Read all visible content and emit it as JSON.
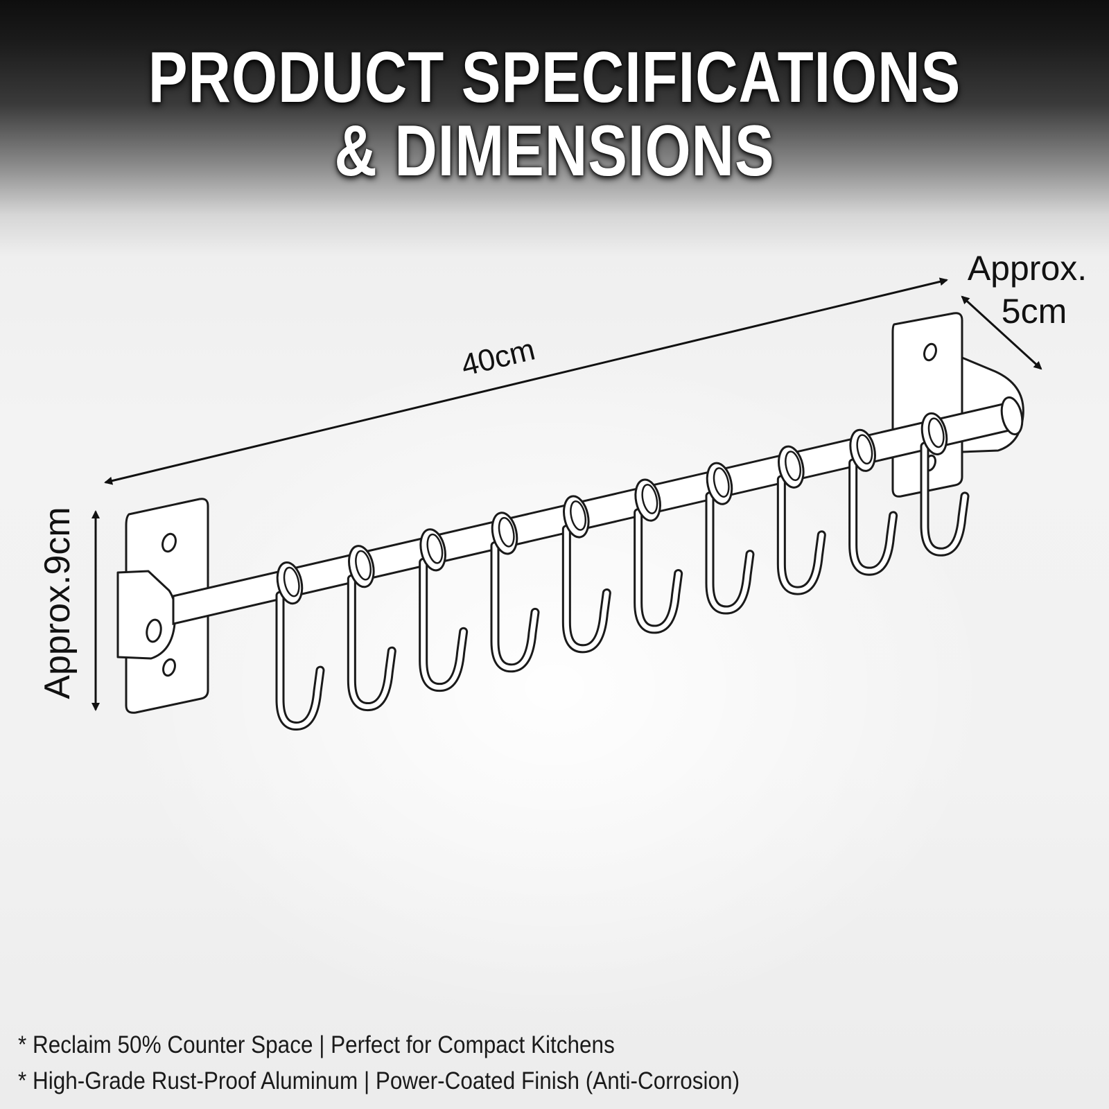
{
  "title": {
    "line1": "PRODUCT SPECIFICATIONS",
    "line2": "& DIMENSIONS"
  },
  "dimensions": {
    "length": "40cm",
    "depth_line1": "Approx.",
    "depth_line2": "5cm",
    "height": "Approx.9cm"
  },
  "product": {
    "hook_count": 10
  },
  "features": [
    "* Reclaim 50% Counter Space | Perfect for Compact Kitchens",
    "* High-Grade Rust-Proof Aluminum | Power-Coated Finish (Anti-Corrosion)"
  ],
  "colors": {
    "line": "#1a1a1a",
    "title_text": "#ffffff"
  }
}
